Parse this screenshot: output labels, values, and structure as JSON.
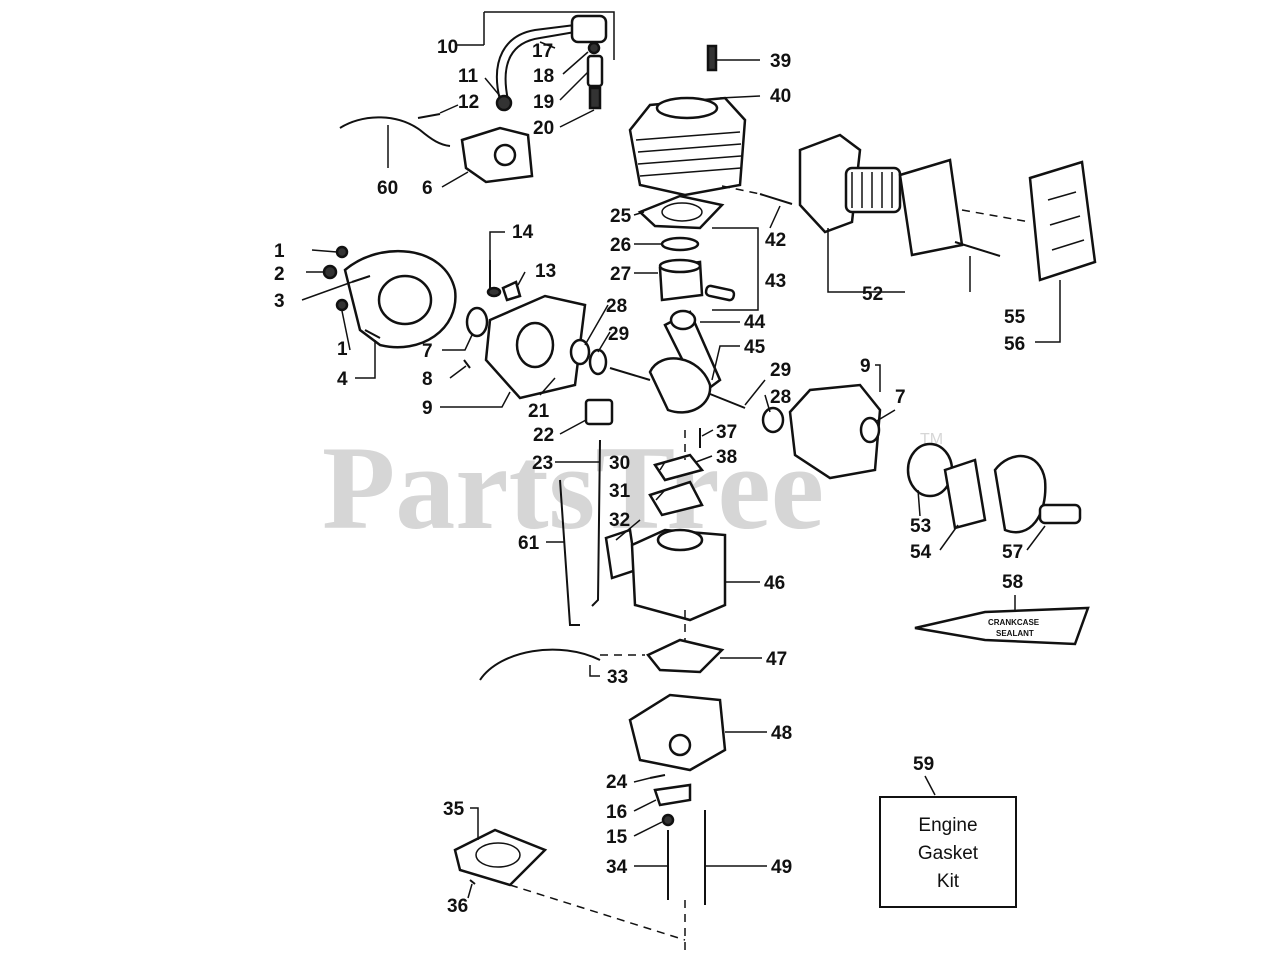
{
  "watermark": {
    "text": "PartsTree",
    "trademark": "TM"
  },
  "callouts": {
    "c1": "10",
    "c2": "17",
    "c3": "11",
    "c4": "18",
    "c5": "19",
    "c6": "20",
    "c7": "12",
    "c8": "60",
    "c9": "6",
    "c10": "39",
    "c11": "40",
    "c12": "25",
    "c13": "26",
    "c14": "42",
    "c15": "27",
    "c16": "43",
    "c17": "52",
    "c18": "55",
    "c19": "56",
    "c20": "14",
    "c21": "13",
    "c22": "1",
    "c23": "2",
    "c24": "3",
    "c25": "1",
    "c26": "4",
    "c27": "7",
    "c28": "8",
    "c29": "9",
    "c30": "28",
    "c31": "29",
    "c32": "44",
    "c33": "45",
    "c34": "21",
    "c35": "29",
    "c36": "28",
    "c37": "9",
    "c38": "7",
    "c39": "22",
    "c40": "37",
    "c41": "38",
    "c42": "23",
    "c43": "30",
    "c44": "31",
    "c45": "32",
    "c46": "53",
    "c47": "54",
    "c48": "57",
    "c49": "61",
    "c50": "46",
    "c51": "58",
    "c52": "47",
    "c53": "33",
    "c54": "48",
    "c55": "24",
    "c56": "16",
    "c57": "15",
    "c58": "34",
    "c59": "49",
    "c60": "35",
    "c61": "36",
    "c62": "59"
  },
  "tube_label": {
    "line1": "CRANKCASE",
    "line2": "SEALANT"
  },
  "kit_box": {
    "line1": "Engine",
    "line2": "Gasket",
    "line3": "Kit"
  }
}
